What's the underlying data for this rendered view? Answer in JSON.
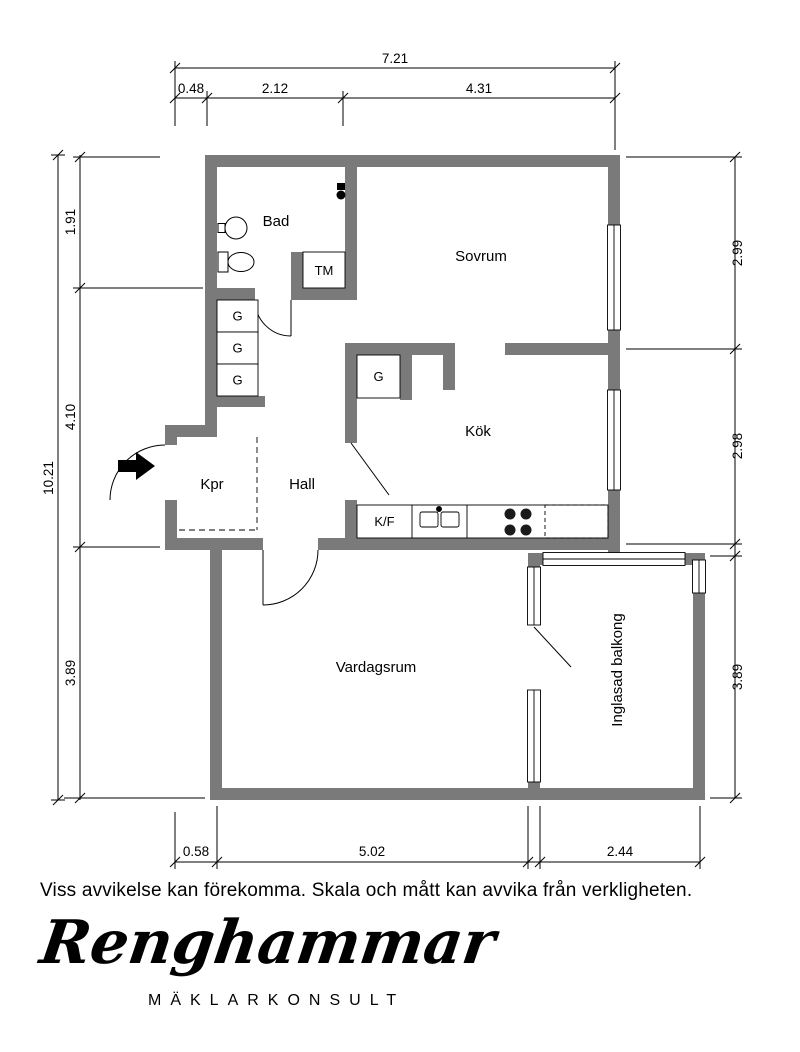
{
  "floorplan": {
    "rooms": {
      "bad": "Bad",
      "tm": "TM",
      "sovrum": "Sovrum",
      "garderob": "G",
      "kok": "Kök",
      "kpr": "Kpr",
      "hall": "Hall",
      "kf": "K/F",
      "vardagsrum": "Vardagsrum",
      "balkong": "Inglasad balkong"
    },
    "dimensions": {
      "top_total": "7.21",
      "top_segments": [
        "0.48",
        "2.12",
        "4.31"
      ],
      "left_total": "10.21",
      "left_segments": [
        "1.91",
        "4.10",
        "3.89"
      ],
      "right_segments": [
        "2.99",
        "2.98",
        "3.89"
      ],
      "bottom_segments": [
        "0.58",
        "5.02",
        "2.44"
      ]
    },
    "colors": {
      "wall": "#7a7a7a",
      "line": "#000000"
    }
  },
  "disclaimer": "Viss avvikelse kan förekomma. Skala och mått kan avvika från verkligheten.",
  "logo": {
    "name": "Renghammar",
    "subtitle": "MÄKLARKONSULT"
  }
}
